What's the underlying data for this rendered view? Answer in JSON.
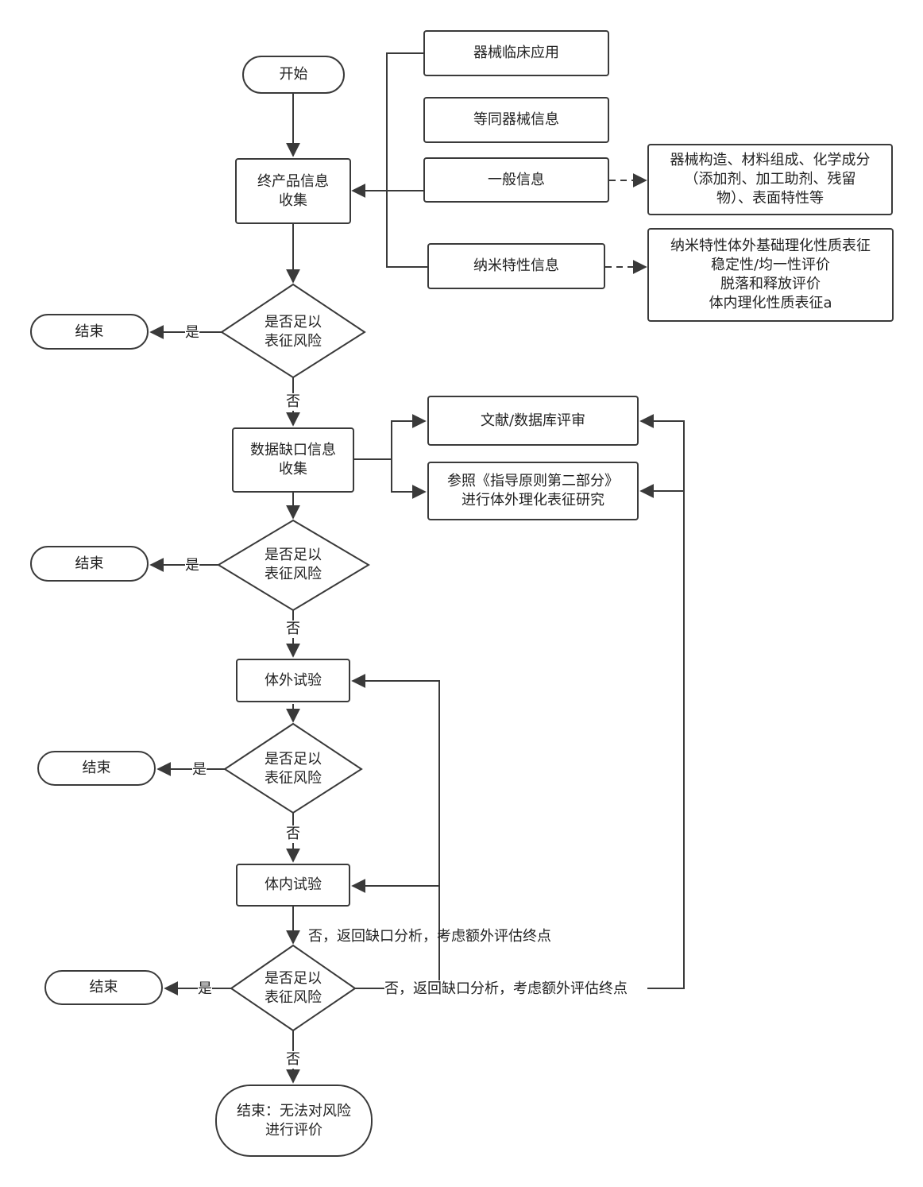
{
  "nodes": {
    "start": "开始",
    "product_info": "终产品信息\n收集",
    "clinical": "器械临床应用",
    "equivalent": "等同器械信息",
    "general": "一般信息",
    "general_detail": "器械构造、材料组成、化学成分\n（添加剂、加工助剂、残留\n物）、表面特性等",
    "nano": "纳米特性信息",
    "nano_detail": "纳米特性体外基础理化性质表征\n稳定性/均一性评价\n脱落和释放评价\n体内理化性质表征a",
    "decision1": "是否足以\n表征风险",
    "end1": "结束",
    "gap_info": "数据缺口信息\n收集",
    "literature": "文献/数据库评审",
    "reference": "参照《指导原则第二部分》\n进行体外理化表征研究",
    "decision2": "是否足以\n表征风险",
    "end2": "结束",
    "in_vitro": "体外试验",
    "decision3": "是否足以\n表征风险",
    "end3": "结束",
    "in_vivo": "体内试验",
    "decision4": "是否足以\n表征风险",
    "end4": "结束",
    "final_end": "结束：无法对风险\n进行评价"
  },
  "edge_labels": {
    "yes1": "是",
    "no1": "否",
    "yes2": "是",
    "no2": "否",
    "yes3": "是",
    "no3": "否",
    "yes4": "是",
    "no4": "否",
    "return_invivo": "否，返回缺口分析，考虑额外评估终点",
    "return_decision": "否，返回缺口分析，考虑额外评估终点"
  }
}
